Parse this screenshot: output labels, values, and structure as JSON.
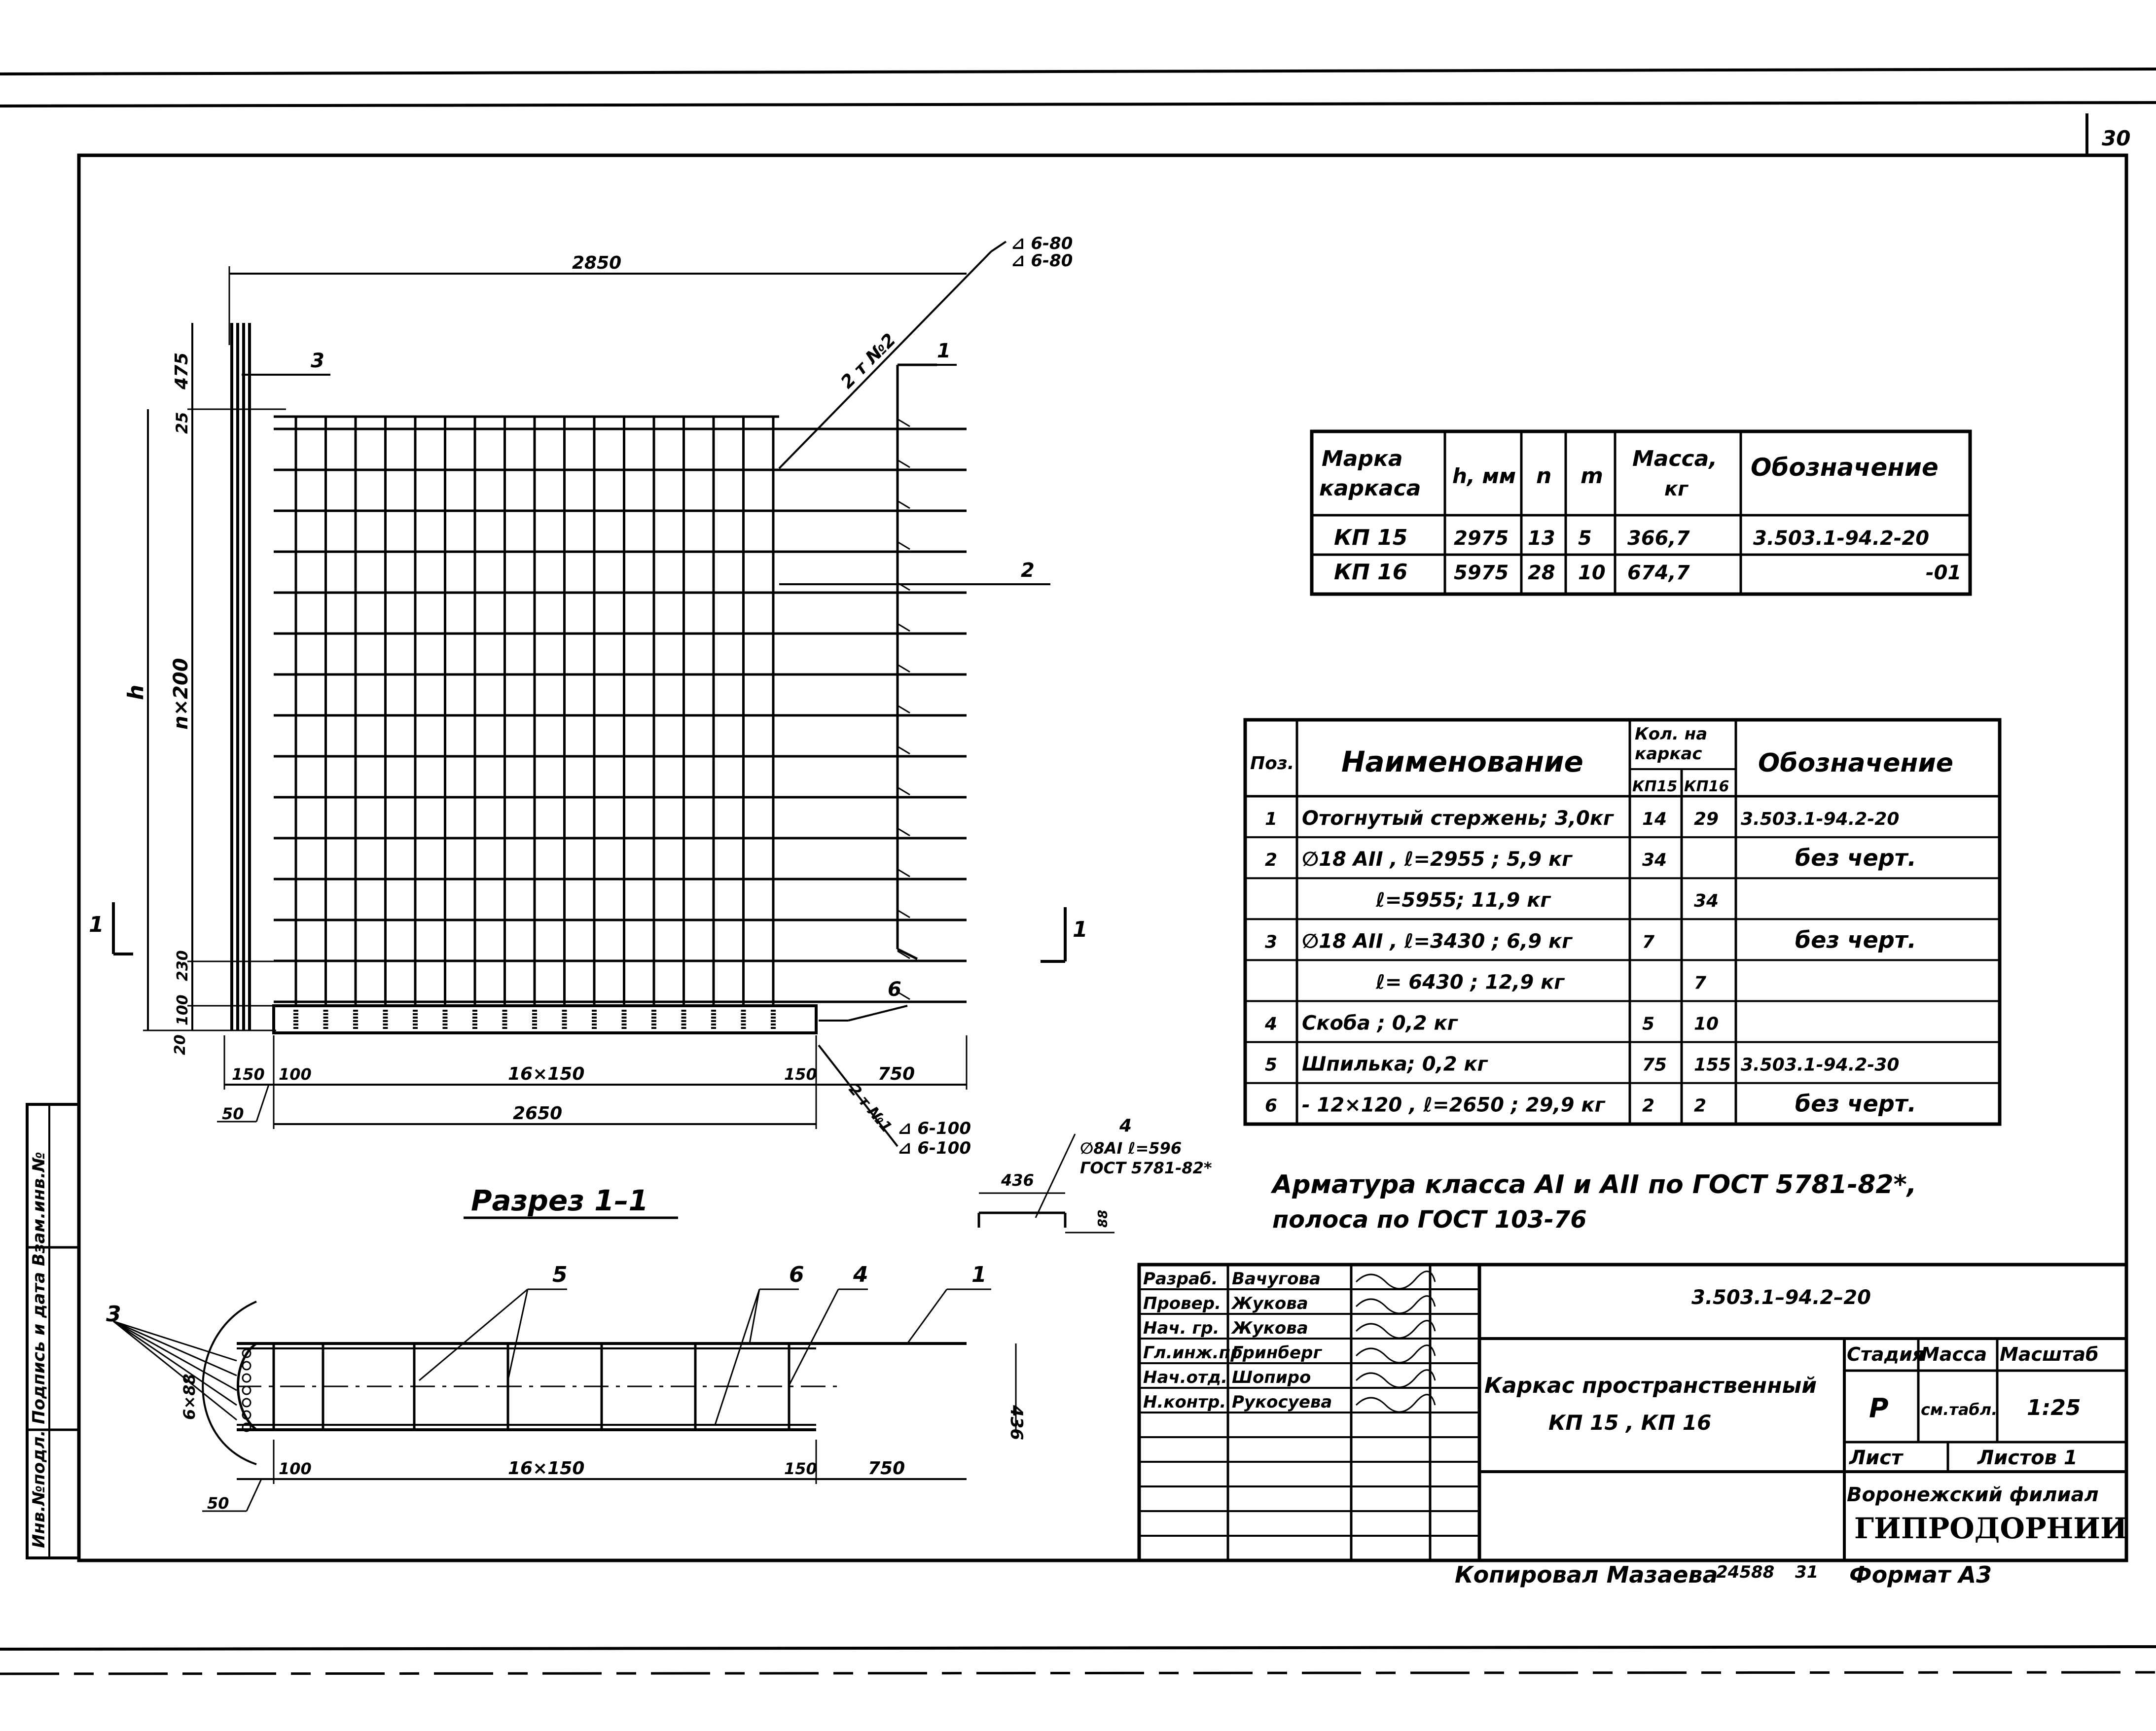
{
  "sheet": {
    "sheet_number": "30",
    "copied_by": "Копировал Мазаева",
    "copy_code": "24588",
    "copy_code2": "31",
    "format": "Формат А3",
    "side_text": "Инв.№подл. Подпись и дата Взам.инв.№"
  },
  "elevation": {
    "dims": {
      "top_width": "2850",
      "top_offset": "475",
      "top_gap": "25",
      "vertical_h": "h",
      "vertical_n": "n×200",
      "bottom_230": "230",
      "bottom_100": "100",
      "bottom_20": "20",
      "bottom_150_left": "150",
      "bottom_100_left": "100",
      "bottom_spacing": "16×150",
      "bottom_150_right": "150",
      "bottom_750": "750",
      "bottom_50": "50",
      "bottom_2650": "2650"
    },
    "welds_top": [
      "6-80",
      "6-80"
    ],
    "welds_top_label": "2 т №2",
    "welds_bottom": [
      "6-100",
      "6-100"
    ],
    "welds_bottom_label": "2 т №1",
    "pos_labels": {
      "p1": "1",
      "p2": "2",
      "p3": "3",
      "p6": "6"
    },
    "cut_marks": [
      "1",
      "1"
    ]
  },
  "section": {
    "title": "Разрез 1–1",
    "pos_labels": [
      "3",
      "5",
      "6",
      "4",
      "1"
    ],
    "dim_left": "6×88",
    "dim_right": "436",
    "dim_100": "100",
    "dim_spacing": "16×150",
    "dim_150": "150",
    "dim_750": "750",
    "dim_50": "50"
  },
  "bracket": {
    "pos": "4",
    "spec": "∅8АI ℓ=596",
    "gost": "ГОСТ 5781-82*",
    "dim": "436",
    "dim_small": "88"
  },
  "marks_table": {
    "headers": [
      "Марка каркаса",
      "h, мм",
      "n",
      "m",
      "Масса, кг",
      "Обозначение"
    ],
    "rows": [
      [
        "КП 15",
        "2975",
        "13",
        "5",
        "366,7",
        "3.503.1-94.2-20"
      ],
      [
        "КП 16",
        "5975",
        "28",
        "10",
        "674,7",
        "-01"
      ]
    ]
  },
  "spec_table": {
    "headers": {
      "pos": "Поз.",
      "name": "Наименование",
      "qty": "Кол. на каркас",
      "qty1": "КП15",
      "qty2": "КП16",
      "designation": "Обозначение"
    },
    "rows": [
      [
        "1",
        "Отогнутый стержень; 3,0кг",
        "14",
        "29",
        "3.503.1-94.2-20"
      ],
      [
        "2",
        "∅18 АII , ℓ=2955 ; 5,9 кг",
        "34",
        "",
        "без черт."
      ],
      [
        "",
        "ℓ=5955; 11,9 кг",
        "",
        "34",
        ""
      ],
      [
        "3",
        "∅18 АII , ℓ=3430 ; 6,9 кг",
        "7",
        "",
        "без черт."
      ],
      [
        "",
        "ℓ= 6430 ; 12,9 кг",
        "",
        "7",
        ""
      ],
      [
        "4",
        "Скоба ; 0,2 кг",
        "5",
        "10",
        ""
      ],
      [
        "5",
        "Шпилька; 0,2 кг",
        "75",
        "155",
        "3.503.1-94.2-30"
      ],
      [
        "6",
        "- 12×120 , ℓ=2650 ; 29,9 кг",
        "2",
        "2",
        "без черт."
      ]
    ]
  },
  "notes": {
    "line1": "Арматура класса АI и АII по ГОСТ 5781-82*,",
    "line2": "полоса по ГОСТ 103-76"
  },
  "title_block": {
    "document_code": "3.503.1–94.2–20",
    "roles": [
      [
        "Разраб.",
        "Вачугова"
      ],
      [
        "Провер.",
        "Жукова"
      ],
      [
        "Нач. гр.",
        "Жукова"
      ],
      [
        "Гл.инж.пр.",
        "Гринберг"
      ],
      [
        "Нач.отд.",
        "Шопиро"
      ],
      [
        "Н.контр.",
        "Рукосуева"
      ]
    ],
    "title_line1": "Каркас пространственный",
    "title_line2": "КП 15 , КП 16",
    "stage_label": "Стадия",
    "mass_label": "Масса",
    "scale_label": "Масштаб",
    "stage": "Р",
    "mass": "см.табл.",
    "scale": "1:25",
    "sheet_label": "Лист",
    "sheets_label": "Листов 1",
    "org_line1": "Воронежский филиал",
    "org_line2": "ГИПРОДОРНИИ"
  }
}
